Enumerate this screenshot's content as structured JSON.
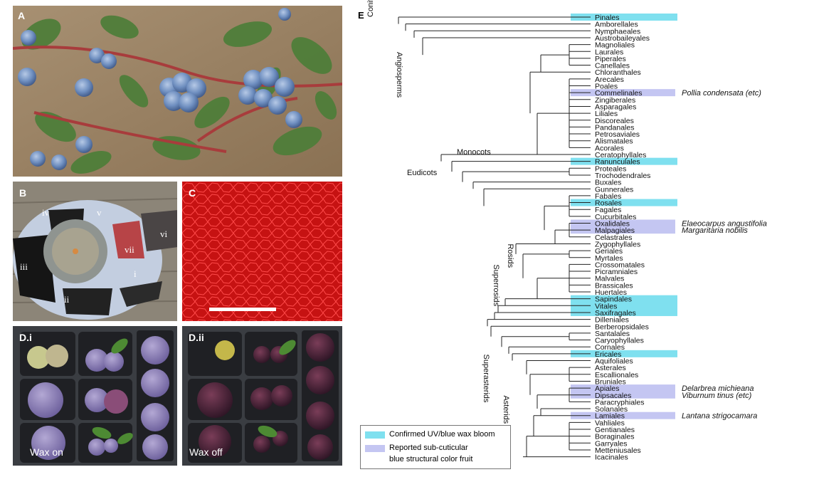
{
  "panels": {
    "a": {
      "label": "A"
    },
    "b": {
      "label": "B",
      "sectors": [
        "i",
        "ii",
        "iii",
        "iv",
        "v",
        "vi",
        "vii"
      ]
    },
    "c": {
      "label": "C"
    },
    "di": {
      "label": "D.i",
      "caption": "Wax on"
    },
    "dii": {
      "label": "D.ii",
      "caption": "Wax off"
    },
    "e": {
      "label": "E"
    }
  },
  "colors": {
    "confirmed": "#7fe0ef",
    "reported": "#c4c6f2",
    "red": "#d01818"
  },
  "tree": {
    "orders": [
      "Pinales",
      "Amborellales",
      "Nymphaeales",
      "Austrobaileyales",
      "Magnoliales",
      "Laurales",
      "Piperales",
      "Canellales",
      "Chloranthales",
      "Arecales",
      "Poales",
      "Commelinales",
      "Zingiberales",
      "Asparagales",
      "Liliales",
      "Discoreales",
      "Pandanales",
      "Petrosaviales",
      "Alismatales",
      "Acorales",
      "Ceratophyllales",
      "Ranunculales",
      "Proteales",
      "Trochodendrales",
      "Buxales",
      "Gunnerales",
      "Fabales",
      "Rosales",
      "Fagales",
      "Cucurbitales",
      "Oxalidales",
      "Malpagiales",
      "Celastrales",
      "Zygophyllales",
      "Geriales",
      "Myrtales",
      "Crossomatales",
      "Picramniales",
      "Malvales",
      "Brassicales",
      "Huertales",
      "Sapindales",
      "Vitales",
      "Saxifragales",
      "Dilleniales",
      "Berberopsidales",
      "Santalales",
      "Caryophyllales",
      "Cornales",
      "Ericales",
      "Aquifoliales",
      "Asterales",
      "Escallionales",
      "Bruniales",
      "Apiales",
      "Dipsacales",
      "Paracryphiales",
      "Solanales",
      "Lamiales",
      "Vahliales",
      "Gentianales",
      "Boraginales",
      "Garryales",
      "Metteniusales",
      "Icacinales"
    ],
    "highlight_confirmed": [
      "Pinales",
      "Ranunculales",
      "Rosales",
      "Sapindales",
      "Vitales",
      "Saxifragales",
      "Ericales"
    ],
    "highlight_reported": [
      "Commelinales",
      "Oxalidales",
      "Malpagiales",
      "Apiales",
      "Dipsacales",
      "Lamiales"
    ],
    "species_notes": [
      {
        "order": "Commelinales",
        "text": "Pollia condensata (etc)"
      },
      {
        "order": "Oxalidales",
        "text": "Elaeocarpus angustifolia"
      },
      {
        "order": "Malpagiales",
        "text": "Margaritaria nobilis"
      },
      {
        "order": "Apiales",
        "text": "Delarbrea michieana"
      },
      {
        "order": "Dipsacales",
        "text": "Viburnum tinus (etc)"
      },
      {
        "order": "Lamiales",
        "text": "Lantana strigocamara"
      }
    ],
    "clade_labels": [
      {
        "text": "Conifers",
        "order": "Pinales"
      },
      {
        "text": "Angiosperms",
        "order": "Austrobaileyales"
      },
      {
        "text": "Monocots",
        "order": "Ceratophyllales"
      },
      {
        "text": "Eudicots",
        "order": "Trochodendrales"
      },
      {
        "text": "Rosids",
        "order": "Zygophyllales"
      },
      {
        "text": "Superrosids",
        "order": "Crossomatales"
      },
      {
        "text": "Superasterids",
        "order": "Caryophyllales"
      },
      {
        "text": "Asterids",
        "order": "Bruniales"
      }
    ]
  },
  "legend": {
    "confirmed_label": "Confirmed UV/blue wax bloom",
    "reported_label_1": "Reported sub-cuticular",
    "reported_label_2": "blue structural color fruit"
  }
}
